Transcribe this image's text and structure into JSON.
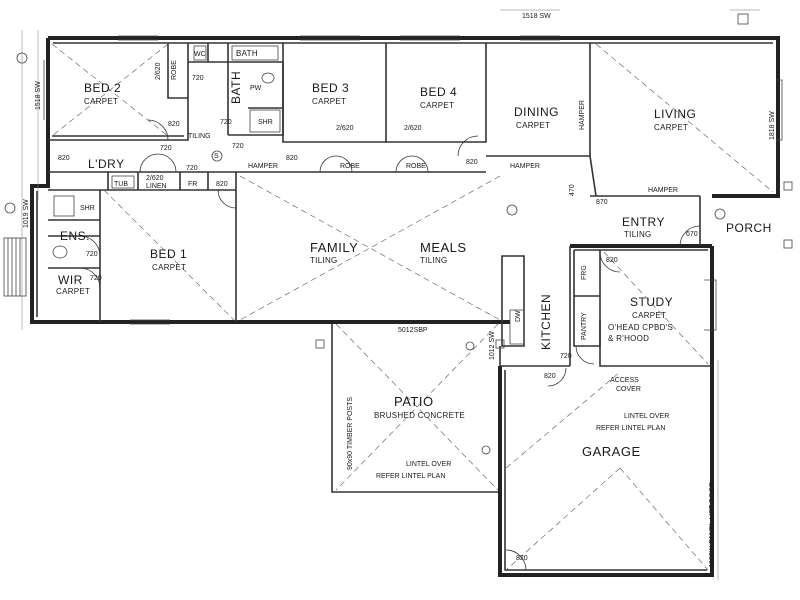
{
  "plan": {
    "rooms": {
      "bed2": {
        "name": "BED 2",
        "finish": "CARPET"
      },
      "bed3": {
        "name": "BED 3",
        "finish": "CARPET"
      },
      "bed4": {
        "name": "BED 4",
        "finish": "CARPET"
      },
      "dining": {
        "name": "DINING",
        "finish": "CARPET"
      },
      "living": {
        "name": "LIVING",
        "finish": "CARPET"
      },
      "bed1": {
        "name": "BED 1",
        "finish": "CARPET"
      },
      "family": {
        "name": "FAMILY",
        "finish": "TILING"
      },
      "meals": {
        "name": "MEALS",
        "finish": "TILING"
      },
      "study": {
        "name": "STUDY",
        "finish": "CARPET"
      },
      "study_note": "O'HEAD CPBD'S",
      "study_note2": "& R'HOOD",
      "entry": {
        "name": "ENTRY",
        "finish": "TILING"
      },
      "porch": {
        "name": "PORCH"
      },
      "patio": {
        "name": "PATIO",
        "finish": "BRUSHED CONCRETE"
      },
      "garage": {
        "name": "GARAGE"
      },
      "kitchen": {
        "name": "KITCHEN"
      },
      "ldry": {
        "name": "L'DRY"
      },
      "ens": {
        "name": "ENS."
      },
      "wir": {
        "name": "WIR",
        "finish": "CARPET"
      },
      "bath": {
        "name": "BATH"
      },
      "bath_fixture": "BATH",
      "wc": "WC",
      "shr": "SHR",
      "tub": "TUB",
      "pw": "PW",
      "linen": "LINEN",
      "robe": "ROBE",
      "pantry": "PANTRY",
      "dw": "DW",
      "frg": "FRG"
    },
    "labels": {
      "tiling": "TILING",
      "hamper": "HAMPER",
      "d820": "820",
      "d720": "720",
      "d2620": "2/620",
      "d870": "870",
      "d470": "470",
      "d670": "670",
      "s": "S",
      "access": "ACCESS",
      "cover": "COVER",
      "lintel_over": "LINTEL OVER",
      "refer_lintel": "REFER LINTEL PLAN",
      "lintel_over2": "LINTEL OVER",
      "refer_lintel2": "REFER LINTEL PLAN",
      "timber_posts": "90x90 TIMBER POSTS",
      "garage_door": "4800W PANEL-LIFT DOOR",
      "sliding": "5012SBP",
      "dim_1518": "1518 SW",
      "dim_1019": "1019 SW",
      "dim_1012": "1012 SW",
      "dim_1818": "1818 SW",
      "dim_top": "1518 SW",
      "fr": "FR"
    }
  }
}
